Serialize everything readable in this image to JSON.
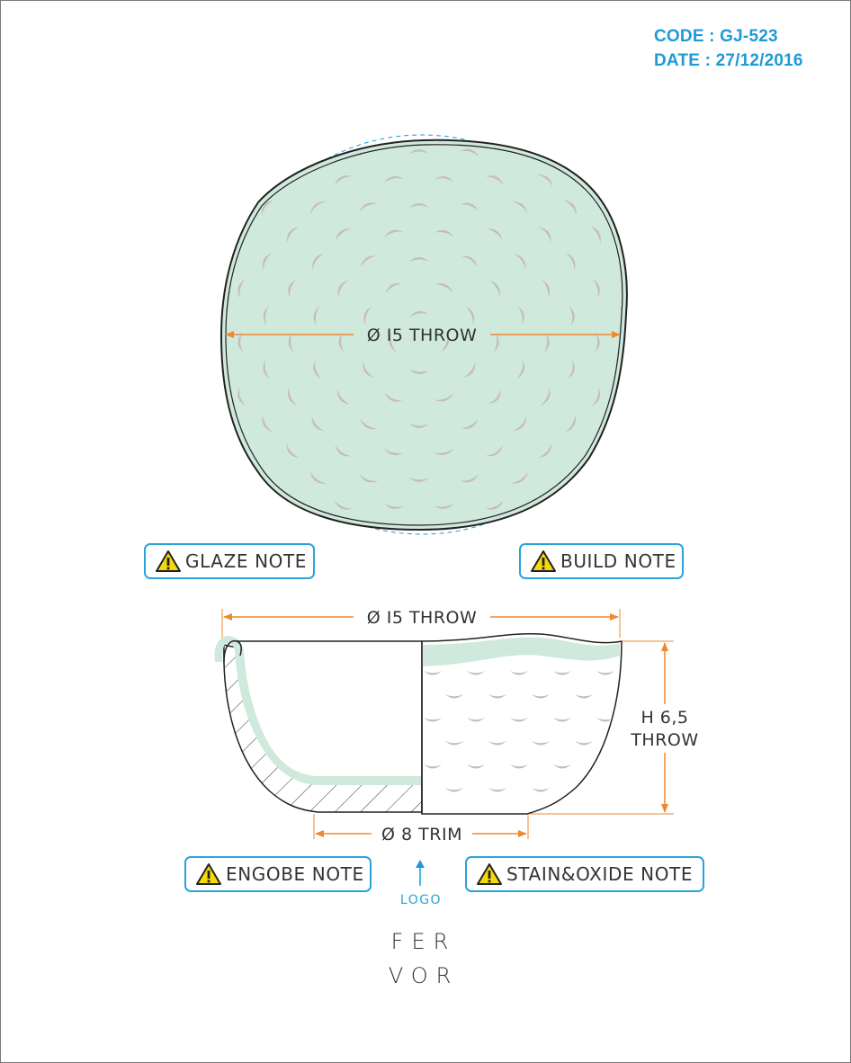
{
  "header": {
    "code": "CODE : GJ-523",
    "date": "DATE : 27/12/2016"
  },
  "top_view": {
    "diameter_label": "Ø I5 THROW"
  },
  "side_view": {
    "width_label": "Ø I5 THROW",
    "height_label_line1": "H 6,5",
    "height_label_line2": "THROW",
    "base_label": "Ø 8 TRIM"
  },
  "notes": {
    "glaze": "GLAZE NOTE",
    "build": "BUILD NOTE",
    "engobe": "ENGOBE NOTE",
    "stain_oxide": "STAIN&OXIDE NOTE"
  },
  "logo": {
    "label": "LOGO",
    "brand_line1": "FER",
    "brand_line2": "VOR"
  },
  "colors": {
    "glaze": "#cfe9dc",
    "pattern": "#c7bcb8",
    "dimension": "#ef8a2c",
    "accent": "#1e9ad8",
    "outline": "#222222"
  }
}
